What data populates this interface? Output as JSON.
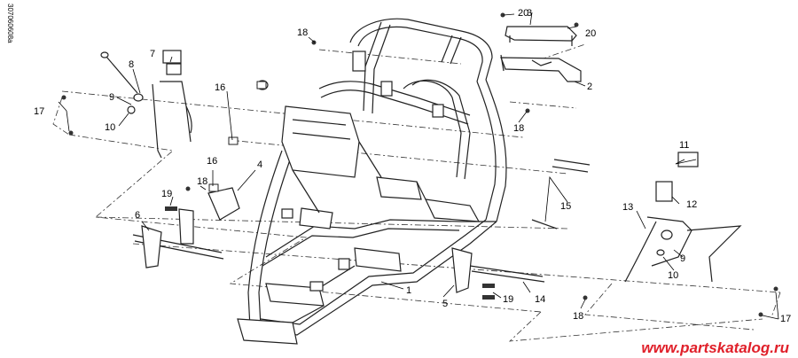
{
  "diagram": {
    "side_code": "307060608a",
    "watermark": "www.partskatalog.ru",
    "watermark_color": "#e0202a",
    "callouts": {
      "c1": "1",
      "c2": "2",
      "c3": "3",
      "c4": "4",
      "c5": "5",
      "c6": "6",
      "c7": "7",
      "c8": "8",
      "c9a": "9",
      "c9b": "9",
      "c10a": "10",
      "c10b": "10",
      "c11": "11",
      "c12": "12",
      "c13": "13",
      "c14": "14",
      "c15": "15",
      "c16a": "16",
      "c16b": "16",
      "c17a": "17",
      "c17b": "17",
      "c18a": "18",
      "c18b": "18",
      "c18c": "18",
      "c18d": "18",
      "c19a": "19",
      "c19b": "19",
      "c20a": "20",
      "c20b": "20"
    }
  }
}
